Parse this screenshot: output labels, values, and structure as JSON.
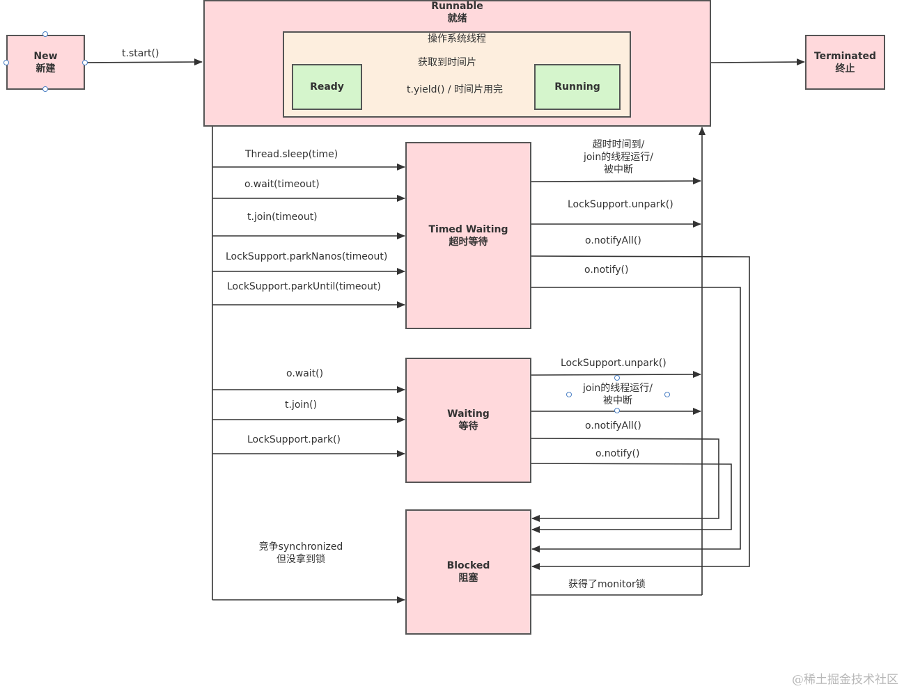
{
  "states": {
    "new": {
      "en": "New",
      "cn": "新建"
    },
    "runnable": {
      "en": "Runnable",
      "cn": "就绪"
    },
    "os_thread": "操作系统线程",
    "ready": "Ready",
    "running": "Running",
    "terminated": {
      "en": "Terminated",
      "cn": "终止"
    },
    "timed_waiting": {
      "en": "Timed Waiting",
      "cn": "超时等待"
    },
    "waiting": {
      "en": "Waiting",
      "cn": "等待"
    },
    "blocked": {
      "en": "Blocked",
      "cn": "阻塞"
    }
  },
  "transitions": {
    "start": "t.start()",
    "get_slice": "获取到时间片",
    "yield": "t.yield() / 时间片用完",
    "sleep": "Thread.sleep(time)",
    "wait_timeout": "o.wait(timeout)",
    "join_timeout": "t.join(timeout)",
    "park_nanos": "LockSupport.parkNanos(timeout)",
    "park_until": "LockSupport.parkUntil(timeout)",
    "tw_timeout": "超时时间到/\njoin的线程运行/\n被中断",
    "tw_unpark": "LockSupport.unpark()",
    "tw_notify_all": "o.notifyAll()",
    "tw_notify": "o.notify()",
    "wait": "o.wait()",
    "join": "t.join()",
    "park": "LockSupport.park()",
    "w_unpark": "LockSupport.unpark()",
    "w_join": "join的线程运行/\n被中断",
    "w_notify_all": "o.notifyAll()",
    "w_notify": "o.notify()",
    "sync": "竞争synchronized\n但没拿到锁",
    "monitor": "获得了monitor锁"
  },
  "watermark": "@稀土掘金技术社区"
}
